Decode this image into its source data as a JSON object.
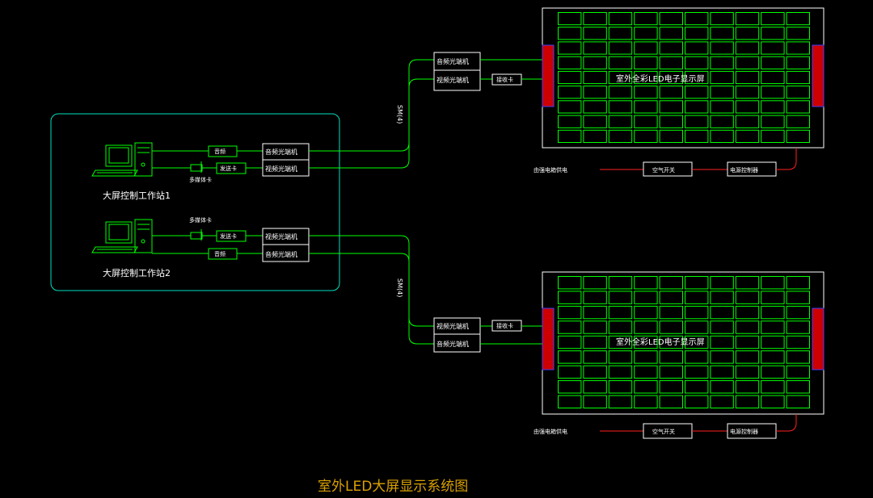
{
  "diagram": {
    "title": "室外LED大屏显示系统图",
    "workstations": [
      {
        "label": "大屏控制工作站1",
        "cards": [
          "音频",
          "发送卡"
        ],
        "sync_card": "多媒体卡",
        "transceivers": [
          "音频光端机",
          "视频光端机"
        ]
      },
      {
        "label": "大屏控制工作站2",
        "cards": [
          "发送卡",
          "音频"
        ],
        "sync_card": "多媒体卡",
        "transceivers": [
          "视频光端机",
          "音频光端机"
        ]
      }
    ],
    "fiber_label": "SM(4)",
    "screens": [
      {
        "label": "室外全彩LED电子显示屏",
        "receivers": [
          "音频光端机",
          "视频光端机"
        ],
        "receive_card": "接收卡",
        "power_source": "由强电箱供电",
        "air_switch": "空气开关",
        "power_controller": "电源控制器"
      },
      {
        "label": "室外全彩LED电子显示屏",
        "receivers": [
          "视频光端机",
          "音频光端机"
        ],
        "receive_card": "接收卡",
        "power_source": "由强电箱供电",
        "air_switch": "空气开关",
        "power_controller": "电源控制器"
      }
    ]
  }
}
